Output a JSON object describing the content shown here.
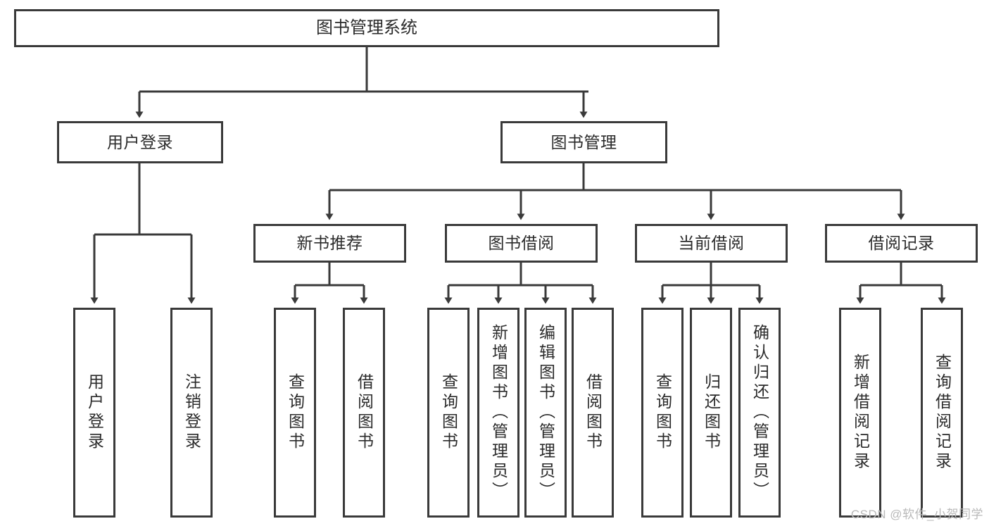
{
  "diagram": {
    "title": "图书管理系统",
    "type": "tree",
    "root": {
      "label": "图书管理系统"
    },
    "level1": [
      {
        "id": "user-login",
        "label": "用户登录"
      },
      {
        "id": "book-management",
        "label": "图书管理"
      }
    ],
    "level2": [
      {
        "id": "new-book-recommend",
        "label": "新书推荐",
        "parent": "book-management"
      },
      {
        "id": "book-borrow",
        "label": "图书借阅",
        "parent": "book-management"
      },
      {
        "id": "current-borrow",
        "label": "当前借阅",
        "parent": "book-management"
      },
      {
        "id": "borrow-record",
        "label": "借阅记录",
        "parent": "book-management"
      }
    ],
    "leaves": [
      {
        "id": "leaf-user-login",
        "label": "用户登录",
        "parent": "user-login"
      },
      {
        "id": "leaf-logout",
        "label": "注销登录",
        "parent": "user-login"
      },
      {
        "id": "leaf-query-book-1",
        "label": "查询图书",
        "parent": "new-book-recommend"
      },
      {
        "id": "leaf-borrow-book-1",
        "label": "借阅图书",
        "parent": "new-book-recommend"
      },
      {
        "id": "leaf-query-book-2",
        "label": "查询图书",
        "parent": "book-borrow"
      },
      {
        "id": "leaf-add-book",
        "label": "新增图书（管理员）",
        "parent": "book-borrow"
      },
      {
        "id": "leaf-edit-book",
        "label": "编辑图书（管理员）",
        "parent": "book-borrow"
      },
      {
        "id": "leaf-borrow-book-2",
        "label": "借阅图书",
        "parent": "book-borrow"
      },
      {
        "id": "leaf-query-book-3",
        "label": "查询图书",
        "parent": "current-borrow"
      },
      {
        "id": "leaf-return-book",
        "label": "归还图书",
        "parent": "current-borrow"
      },
      {
        "id": "leaf-confirm-return",
        "label": "确认归还（管理员）",
        "parent": "current-borrow"
      },
      {
        "id": "leaf-add-record",
        "label": "新增借阅记录",
        "parent": "borrow-record"
      },
      {
        "id": "leaf-query-record",
        "label": "查询借阅记录",
        "parent": "borrow-record"
      }
    ],
    "colors": {
      "stroke": "#3a3a3a",
      "text": "#2b2b2b",
      "background": "#ffffff",
      "watermark": "#b9b9b9"
    }
  },
  "watermark": {
    "text": "CSDN @软件_小贺同学"
  }
}
